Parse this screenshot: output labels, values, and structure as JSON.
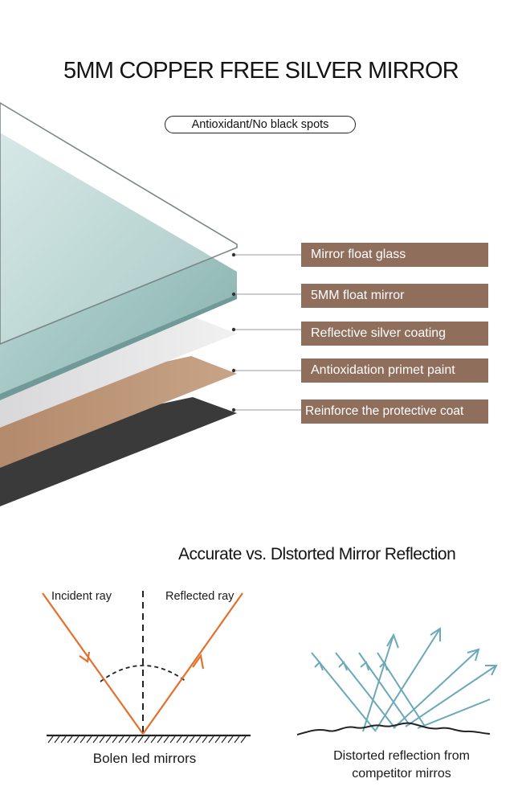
{
  "title": "5MM COPPER FREE SILVER MIRROR",
  "badge": "Antioxidant/No black spots",
  "layers": [
    {
      "label": "Mirror float glass",
      "color": "#ffffff"
    },
    {
      "label": "5MM float mirror",
      "color": "#8fb5b2"
    },
    {
      "label": "Reflective silver coating",
      "color": "#e4e4e6"
    },
    {
      "label": "Antioxidation primet paint",
      "color": "#bd9678"
    },
    {
      "label": "Reinforce the protective coat",
      "color": "#3c3c3c"
    }
  ],
  "label_color": "#8f6e5b",
  "section_heading": "Accurate vs. Dlstorted Mirror Reflection",
  "accurate": {
    "incident_label": "Incident ray",
    "reflected_label": "Reflected ray",
    "caption": "Bolen led mirrors",
    "ray_color": "#e3702b"
  },
  "distorted": {
    "caption_line1": "Distorted reflection from",
    "caption_line2": "competitor mirros",
    "ray_color": "#6aa9b8"
  }
}
